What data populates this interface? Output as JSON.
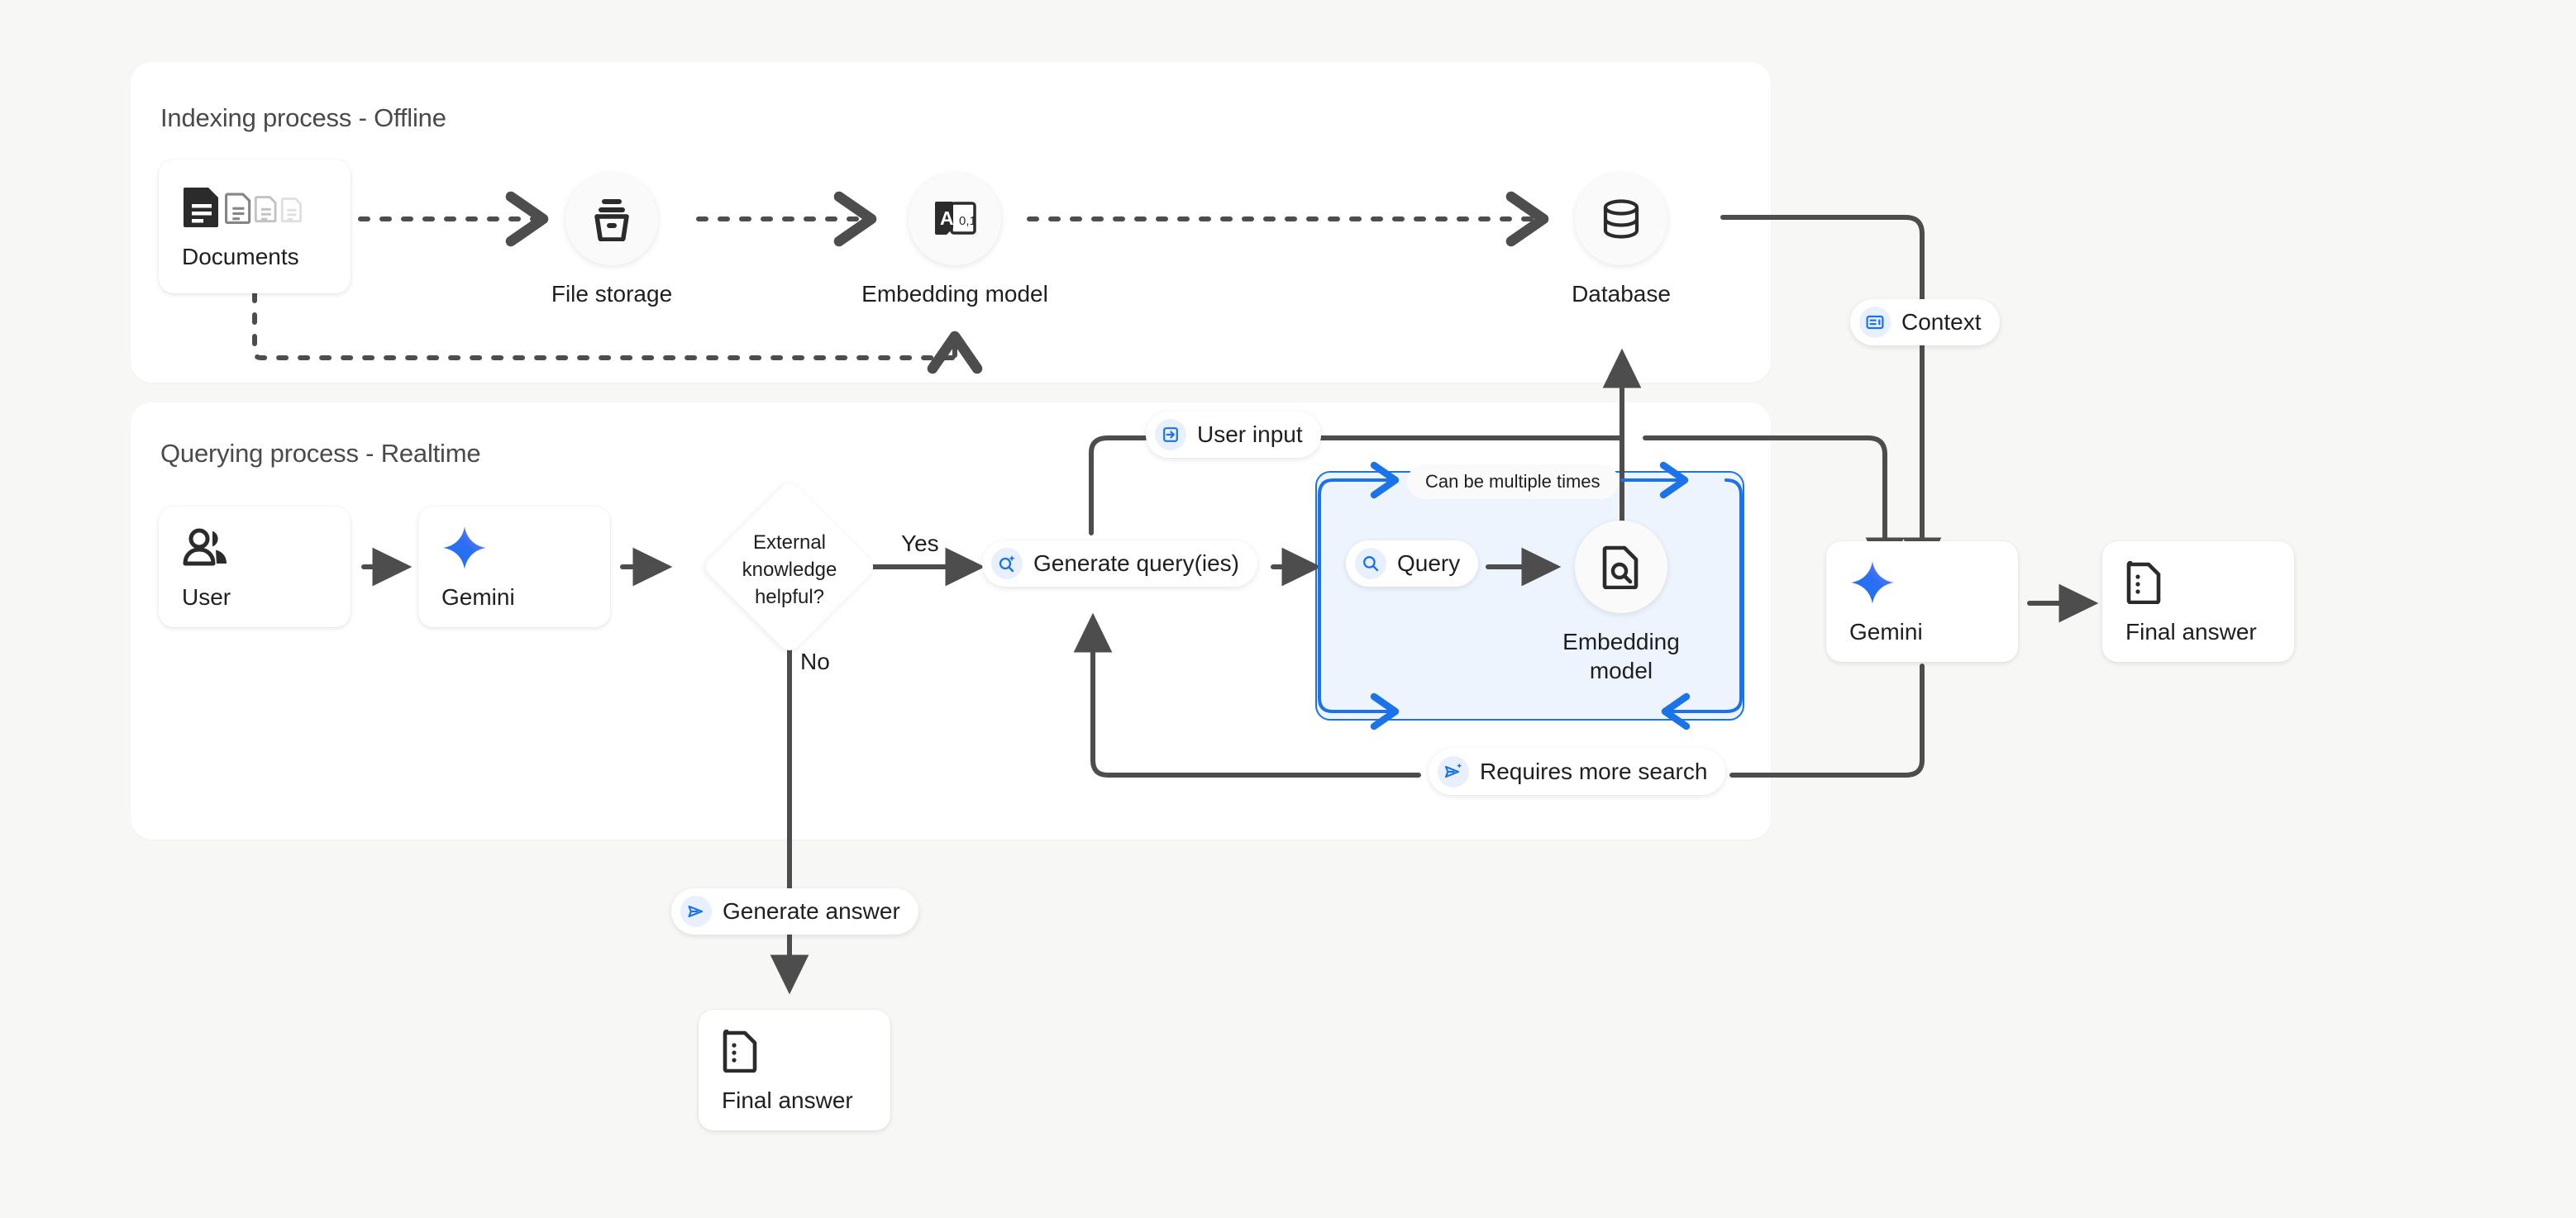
{
  "canvas": {
    "background": "#f7f7f5",
    "accent_blue": "#1a73e8",
    "wire_gray": "#4d4d4d"
  },
  "panels": [
    {
      "id": "indexing",
      "title": "Indexing process - Offline"
    },
    {
      "id": "querying",
      "title": "Querying process - Realtime"
    }
  ],
  "indexing": {
    "nodes": [
      {
        "name": "documents",
        "label": "Documents",
        "icon": "documents-icon",
        "shape": "card"
      },
      {
        "name": "file-storage",
        "label": "File storage",
        "icon": "file-storage-icon",
        "shape": "circle"
      },
      {
        "name": "embedding-model",
        "label": "Embedding model",
        "icon": "embedding-model-icon",
        "shape": "circle"
      },
      {
        "name": "database",
        "label": "Database",
        "icon": "database-icon",
        "shape": "circle"
      }
    ]
  },
  "querying": {
    "nodes": [
      {
        "name": "user",
        "label": "User",
        "icon": "user-group-icon",
        "shape": "card"
      },
      {
        "name": "gemini-first",
        "label": "Gemini",
        "icon": "gemini-sparkle-icon",
        "shape": "card"
      },
      {
        "name": "decision",
        "label": "External knowledge helpful?",
        "shape": "diamond"
      },
      {
        "name": "embedding-model-query",
        "label": "Embedding model",
        "icon": "document-search-icon",
        "shape": "circle"
      },
      {
        "name": "gemini-second",
        "label": "Gemini",
        "icon": "gemini-sparkle-icon",
        "shape": "card"
      },
      {
        "name": "final-answer-right",
        "label": "Final answer",
        "icon": "document-list-icon",
        "shape": "card"
      },
      {
        "name": "final-answer-bottom",
        "label": "Final answer",
        "icon": "document-list-icon",
        "shape": "card"
      }
    ],
    "decision_text_lines": [
      "External",
      "knowledge",
      "helpful?"
    ],
    "edge_labels": {
      "yes": "Yes",
      "no": "No"
    }
  },
  "chips": [
    {
      "name": "context-chip",
      "label": "Context",
      "icon": "context-panel-icon"
    },
    {
      "name": "user-input-chip",
      "label": "User input",
      "icon": "input-arrow-icon"
    },
    {
      "name": "generate-queries-chip",
      "label": "Generate query(ies)",
      "icon": "search-sparkle-icon"
    },
    {
      "name": "query-chip",
      "label": "Query",
      "icon": "search-icon"
    },
    {
      "name": "requires-more-search-chip",
      "label": "Requires more search",
      "icon": "send-sparkle-icon"
    },
    {
      "name": "generate-answer-chip",
      "label": "Generate answer",
      "icon": "send-icon"
    },
    {
      "name": "loop-note-chip",
      "label": "Can be multiple times",
      "icon": null
    }
  ]
}
